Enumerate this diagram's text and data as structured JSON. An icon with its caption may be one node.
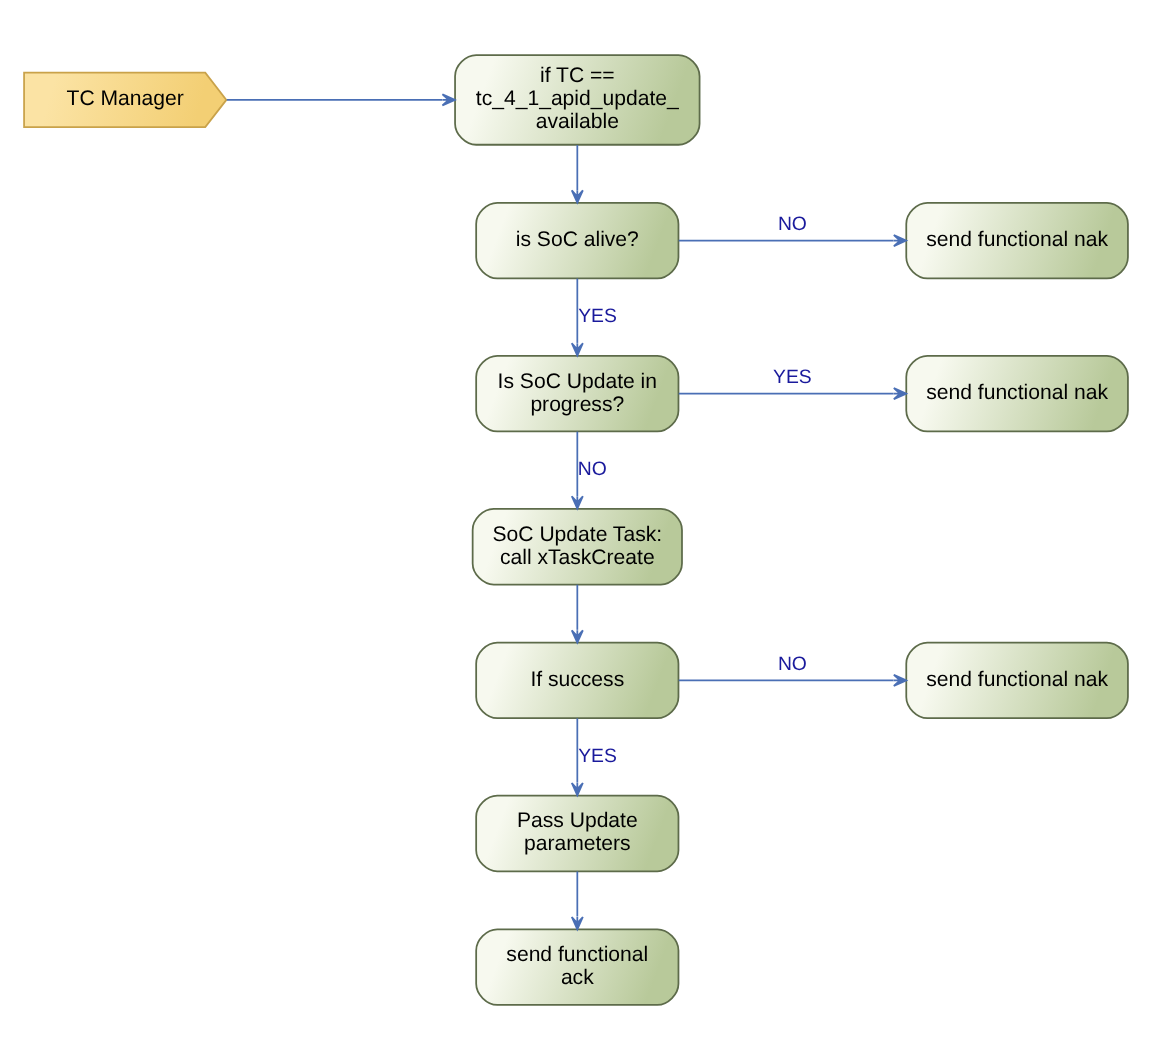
{
  "diagram": {
    "nodes": [
      {
        "text": [
          "TC Manager"
        ]
      },
      {
        "text": [
          "if TC == tc_4_1_apid_update_ available"
        ]
      },
      {
        "text": [
          "is SoC alive?"
        ]
      },
      {
        "text": [
          "send functional nak"
        ]
      },
      {
        "text": [
          "Is SoC Update in progress?"
        ]
      },
      {
        "text": [
          "send functional nak"
        ]
      },
      {
        "text": [
          "SoC Update Task: call xTaskCreate"
        ]
      },
      {
        "text": [
          "If success"
        ]
      },
      {
        "text": [
          "send functional nak"
        ]
      },
      {
        "text": [
          "Pass Update parameters"
        ]
      },
      {
        "text": [
          "send functional ack"
        ]
      }
    ],
    "edges": [
      {
        "from": 0,
        "to": 1,
        "arrow": "to"
      },
      {
        "from": 1,
        "to": 2,
        "arrow": "to"
      },
      {
        "from": 2,
        "to": 3,
        "arrow": "to",
        "label": "NO"
      },
      {
        "from": 2,
        "to": 4,
        "arrow": "to",
        "label": "YES"
      },
      {
        "from": 4,
        "to": 5,
        "arrow": "to",
        "label": "YES"
      },
      {
        "from": 4,
        "to": 6,
        "arrow": "to",
        "label": "NO"
      },
      {
        "from": 6,
        "to": 7,
        "arrow": "to"
      },
      {
        "from": 7,
        "to": 8,
        "arrow": "to",
        "label": "NO"
      },
      {
        "from": 7,
        "to": 9,
        "arrow": "to",
        "label": "YES"
      },
      {
        "from": 9,
        "to": 10,
        "arrow": "to"
      }
    ]
  }
}
